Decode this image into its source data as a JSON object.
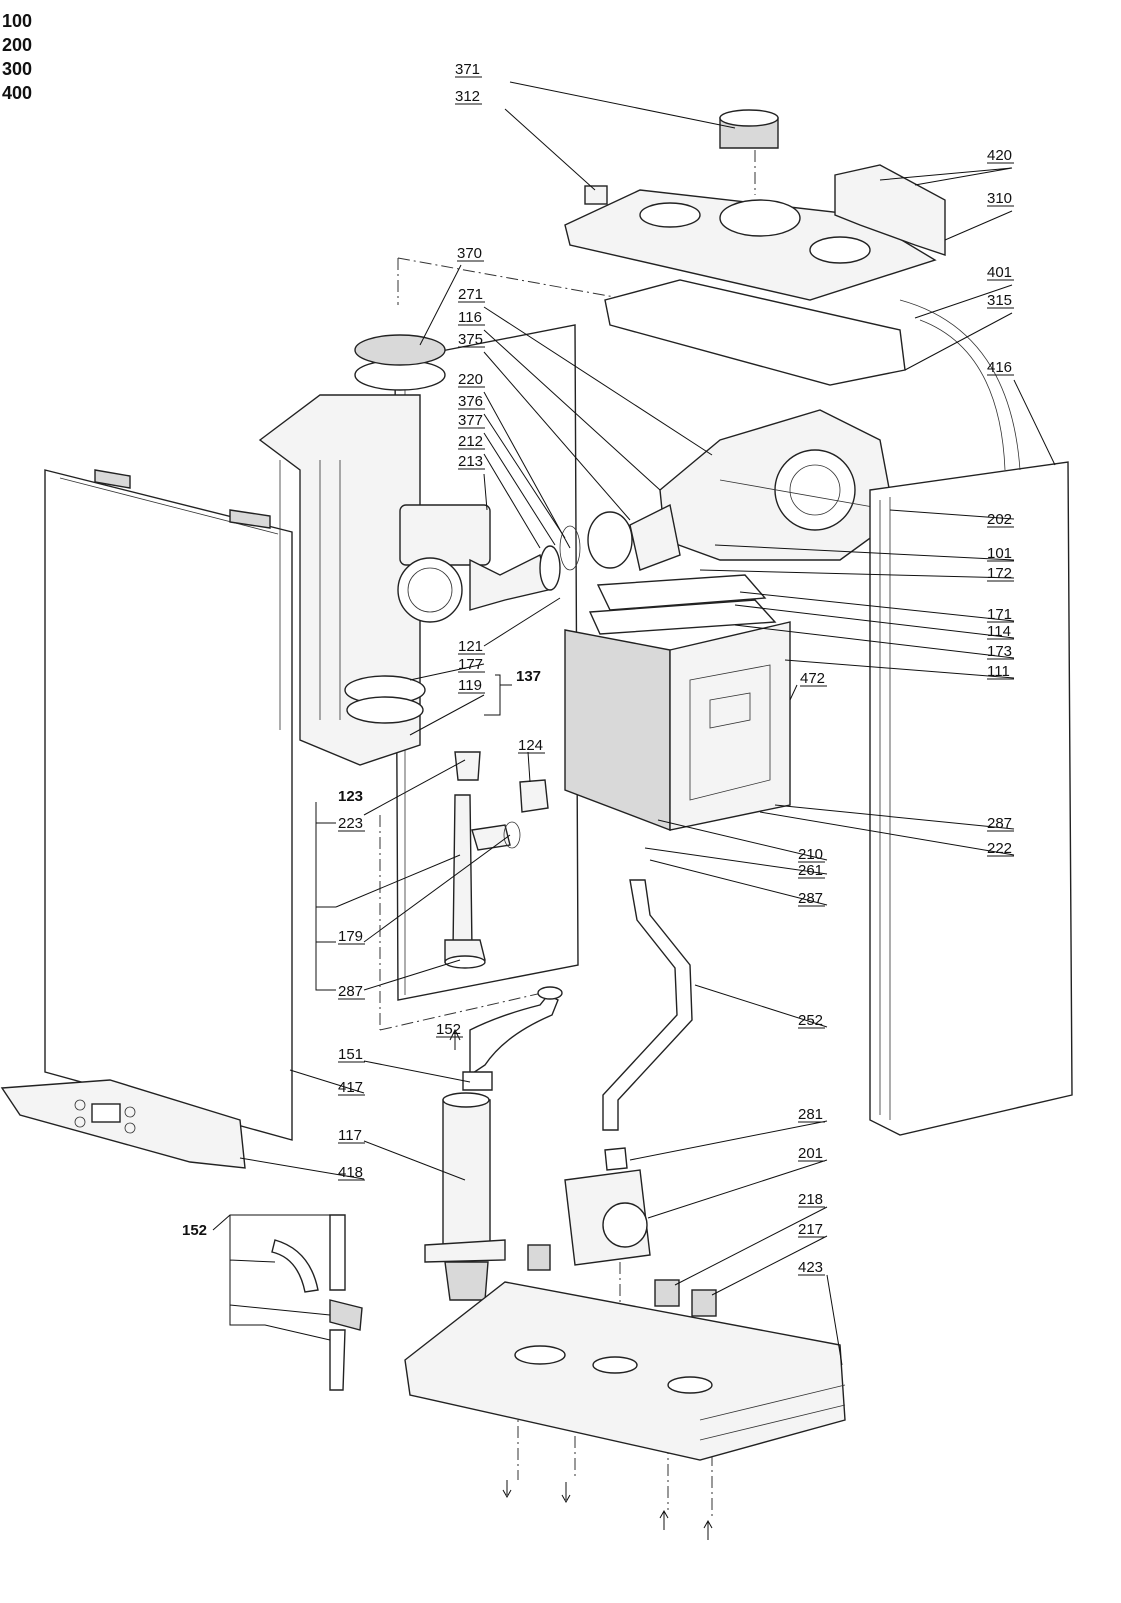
{
  "legend": [
    "100",
    "200",
    "300",
    "400"
  ],
  "callouts": [
    {
      "id": "371"
    },
    {
      "id": "312"
    },
    {
      "id": "420"
    },
    {
      "id": "310"
    },
    {
      "id": "370"
    },
    {
      "id": "401"
    },
    {
      "id": "315"
    },
    {
      "id": "271"
    },
    {
      "id": "116"
    },
    {
      "id": "375"
    },
    {
      "id": "416"
    },
    {
      "id": "220"
    },
    {
      "id": "376"
    },
    {
      "id": "377"
    },
    {
      "id": "212"
    },
    {
      "id": "213"
    },
    {
      "id": "202"
    },
    {
      "id": "101"
    },
    {
      "id": "172"
    },
    {
      "id": "171"
    },
    {
      "id": "114"
    },
    {
      "id": "121"
    },
    {
      "id": "173"
    },
    {
      "id": "177"
    },
    {
      "id": "137"
    },
    {
      "id": "111"
    },
    {
      "id": "119"
    },
    {
      "id": "472"
    },
    {
      "id": "124"
    },
    {
      "id": "123"
    },
    {
      "id": "223"
    },
    {
      "id": "287"
    },
    {
      "id": "222"
    },
    {
      "id": "210"
    },
    {
      "id": "261"
    },
    {
      "id": "287"
    },
    {
      "id": "179"
    },
    {
      "id": "287"
    },
    {
      "id": "252"
    },
    {
      "id": "152"
    },
    {
      "id": "151"
    },
    {
      "id": "417"
    },
    {
      "id": "281"
    },
    {
      "id": "117"
    },
    {
      "id": "201"
    },
    {
      "id": "418"
    },
    {
      "id": "218"
    },
    {
      "id": "217"
    },
    {
      "id": "152"
    },
    {
      "id": "423"
    }
  ]
}
